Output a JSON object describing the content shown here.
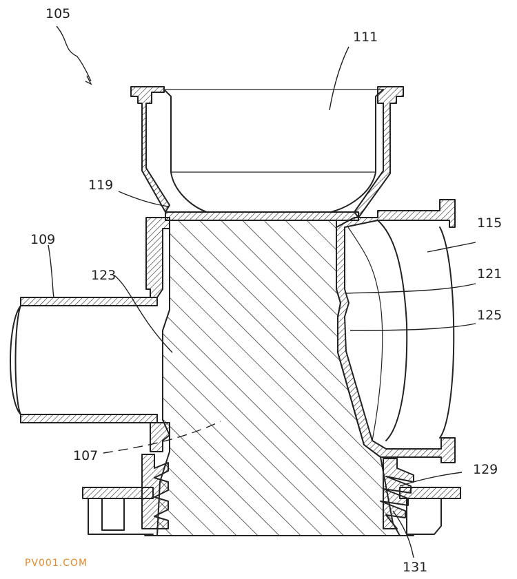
{
  "labels": {
    "l105": "105",
    "l111": "111",
    "l119": "119",
    "l109": "109",
    "l123": "123",
    "l115": "115",
    "l121": "121",
    "l125": "125",
    "l107": "107",
    "l129": "129",
    "l131": "131"
  },
  "watermark": "PV001.COM"
}
